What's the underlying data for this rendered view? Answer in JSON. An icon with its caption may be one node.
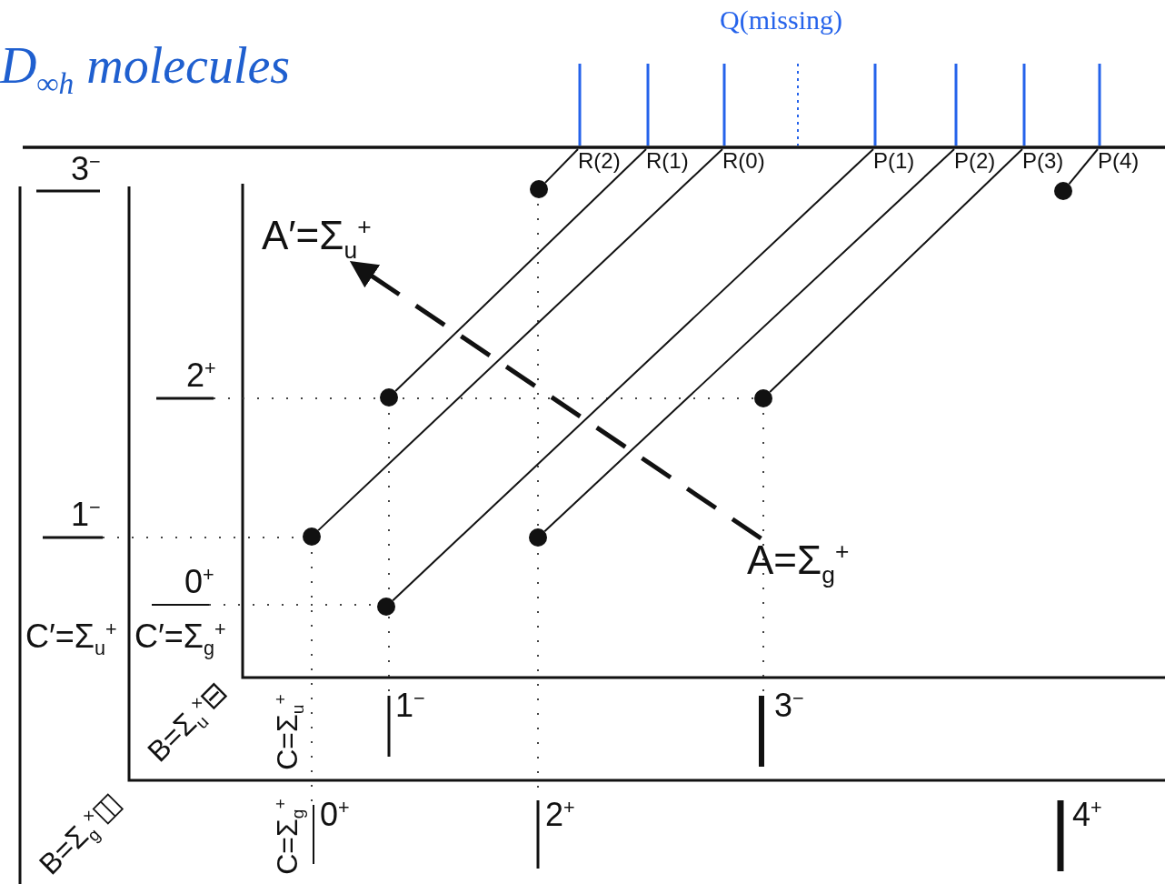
{
  "diagram": {
    "title": "D$_{∞h}$ molecules",
    "nodes": [
      {
        "text": [
          "R(2)"
        ]
      },
      {
        "text": [
          "R(1)"
        ]
      },
      {
        "text": [
          "R(0)"
        ]
      },
      {
        "text": [
          "P(1)"
        ]
      },
      {
        "text": [
          "P(2)"
        ]
      },
      {
        "text": [
          "P(3)"
        ]
      },
      {
        "text": [
          "P(4)"
        ]
      },
      {
        "text": [],
        "shape": "circle"
      },
      {
        "text": [],
        "shape": "circle"
      },
      {
        "text": [
          "A′=Σ$_{u}$$^{+}$"
        ]
      },
      {
        "text": [],
        "shape": "circle"
      },
      {
        "text": [],
        "shape": "circle"
      },
      {
        "text": [],
        "shape": "circle"
      },
      {
        "text": [],
        "shape": "circle"
      },
      {
        "text": [
          "A=Σ$_{g}$$^{+}$"
        ]
      },
      {
        "text": [],
        "shape": "circle"
      }
    ],
    "edges": [
      {
        "from": 7,
        "to": 0,
        "arrow": "none"
      },
      {
        "from": 10,
        "to": 1,
        "arrow": "none"
      },
      {
        "from": 12,
        "to": 2,
        "arrow": "none"
      },
      {
        "from": 15,
        "to": 3,
        "arrow": "none"
      },
      {
        "from": 13,
        "to": 4,
        "arrow": "none"
      },
      {
        "from": 11,
        "to": 5,
        "arrow": "none"
      },
      {
        "from": 8,
        "to": 6,
        "arrow": "none"
      },
      {
        "from": 14,
        "to": 9,
        "arrow": "to",
        "style": "dashed"
      }
    ],
    "labels": [
      "Q(missing)",
      "3$^{−}$",
      "2$^{+}$",
      "1$^{−}$",
      "0$^{+}$",
      "C′=Σ$_{u}$$^{+}$",
      "C′=Σ$_{g}$$^{+}$",
      "B=Σ$_{u}$$^{×}$⊟",
      "C=Σ$_{u}$$^{+}$",
      "1$^{−}$",
      "3$^{−}$",
      "B=Σ$_{g}$$^{×}$◫",
      "C=Σ$_{g}$$^{+}$",
      "0$^{+}$",
      "2$^{+}$",
      "4$^{+}$"
    ]
  }
}
